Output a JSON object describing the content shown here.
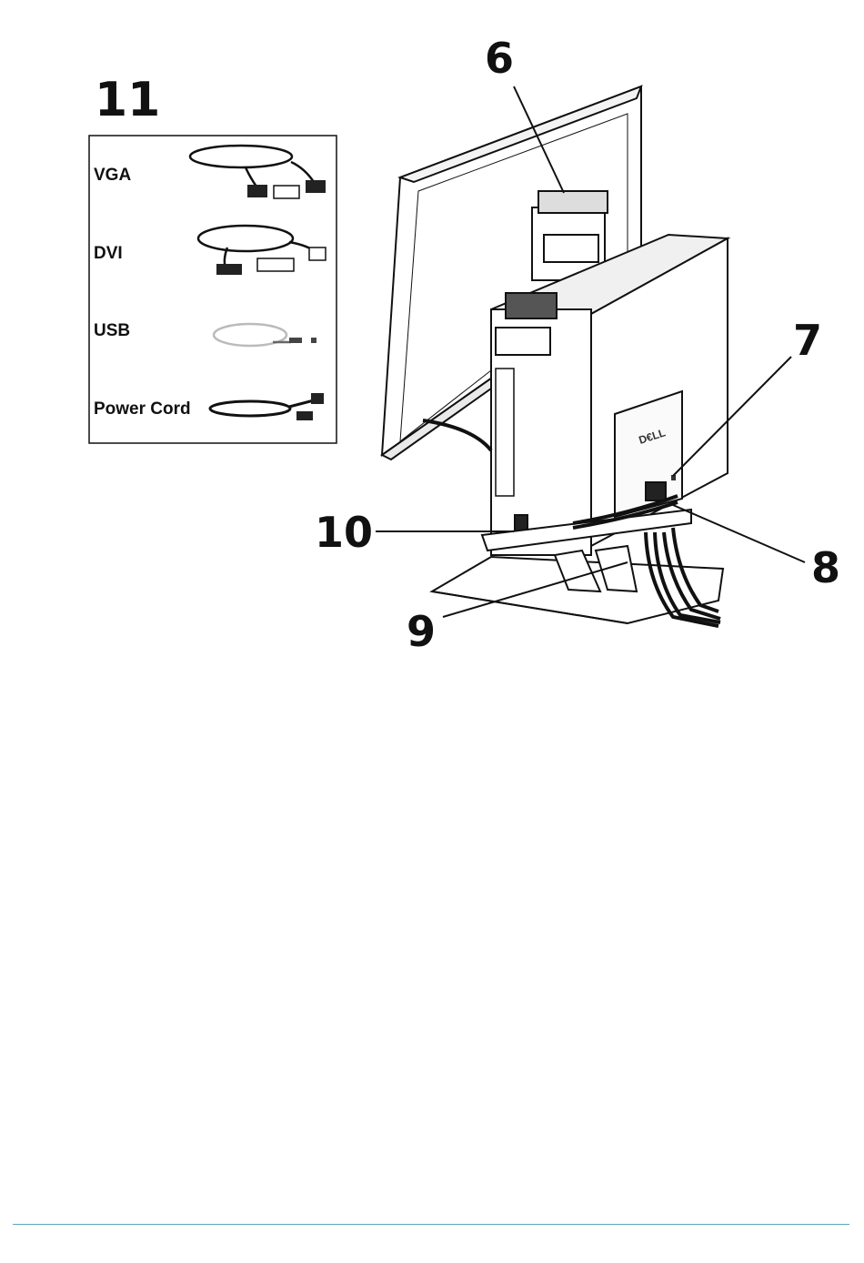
{
  "figure": {
    "title_number": "11",
    "accessories": [
      {
        "id": "vga",
        "label": "VGA"
      },
      {
        "id": "dvi",
        "label": "DVI"
      },
      {
        "id": "usb",
        "label": "USB"
      },
      {
        "id": "power",
        "label": "Power Cord"
      }
    ],
    "callouts": {
      "c6": "6",
      "c7": "7",
      "c8": "8",
      "c9": "9",
      "c10": "10"
    },
    "brand_mark": "D€LL"
  }
}
